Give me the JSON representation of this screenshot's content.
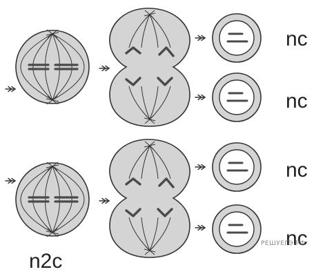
{
  "labels": {
    "daughter_cells": [
      "nc",
      "nc",
      "nc",
      "nc"
    ],
    "mother_cell": "n2c"
  },
  "watermark": "РЕШУЕГЭ.РФ",
  "colors": {
    "cell_fill": "#d4d4d4",
    "outline": "#333333",
    "chromosome": "#4a4a4a",
    "label": "#222222"
  }
}
